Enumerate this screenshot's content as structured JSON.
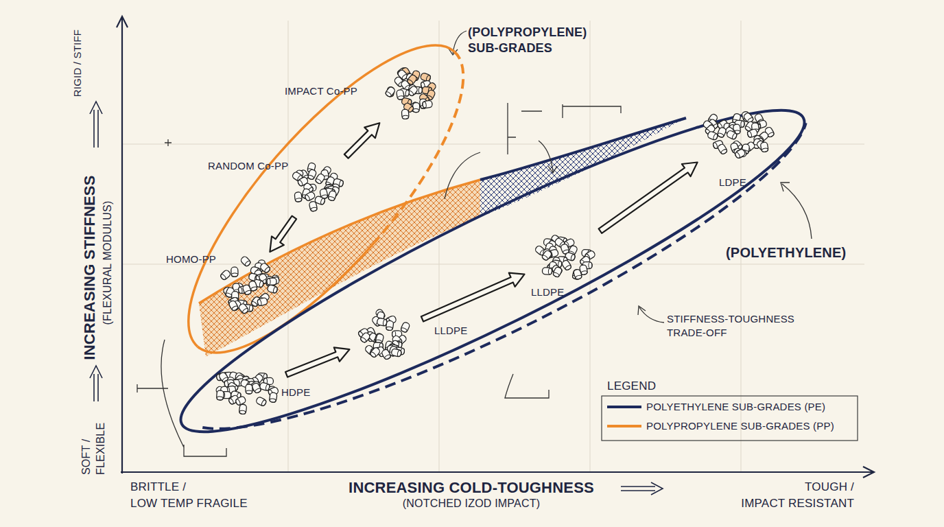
{
  "diagram": {
    "nodes": [
      {
        "text": [
          "(POLYPROPYLENE) SUB-GRADES"
        ]
      },
      {
        "text": [
          "IMPACT Co-PP"
        ],
        "in": 0
      },
      {
        "text": [
          "RANDOM Co-PP"
        ],
        "in": 0
      },
      {
        "text": [
          "HOMO-PP"
        ],
        "in": 0
      },
      {
        "text": [
          "(POLYETHYLENE)"
        ]
      },
      {
        "text": [
          "HDPE"
        ],
        "in": 4
      },
      {
        "text": [
          "LLDPE"
        ],
        "in": 4
      },
      {
        "text": [
          "LLDPE"
        ],
        "in": 4
      },
      {
        "text": [
          "LDPE"
        ],
        "in": 4
      }
    ],
    "edges": [
      {
        "from": 2,
        "to": 1,
        "arrow": "to"
      },
      {
        "from": 2,
        "to": 3,
        "arrow": "to"
      },
      {
        "from": 5,
        "to": 6,
        "arrow": "to"
      },
      {
        "from": 6,
        "to": 7,
        "arrow": "to"
      },
      {
        "from": 7,
        "to": 8,
        "arrow": "to"
      }
    ],
    "labels": [
      "RIGID / STIFF",
      "INCREASING STIFFNESS",
      "(FLEXURAL MODULUS)",
      "SOFT / FLEXIBLE",
      "BRITTLE /",
      "LOW TEMP FRAGILE",
      "INCREASING COLD-TOUGHNESS",
      "(NOTCHED IZOD IMPACT)",
      "TOUGH /",
      "IMPACT RESISTANT",
      "STIFFNESS-TOUGHNESS TRADE-OFF",
      "LEGEND"
    ],
    "legend": [
      {
        "text": "POLYETHYLENE SUB-GRADES (PE)"
      },
      {
        "text": "POLYPROPYLENE SUB-GRADES (PP)"
      }
    ]
  }
}
